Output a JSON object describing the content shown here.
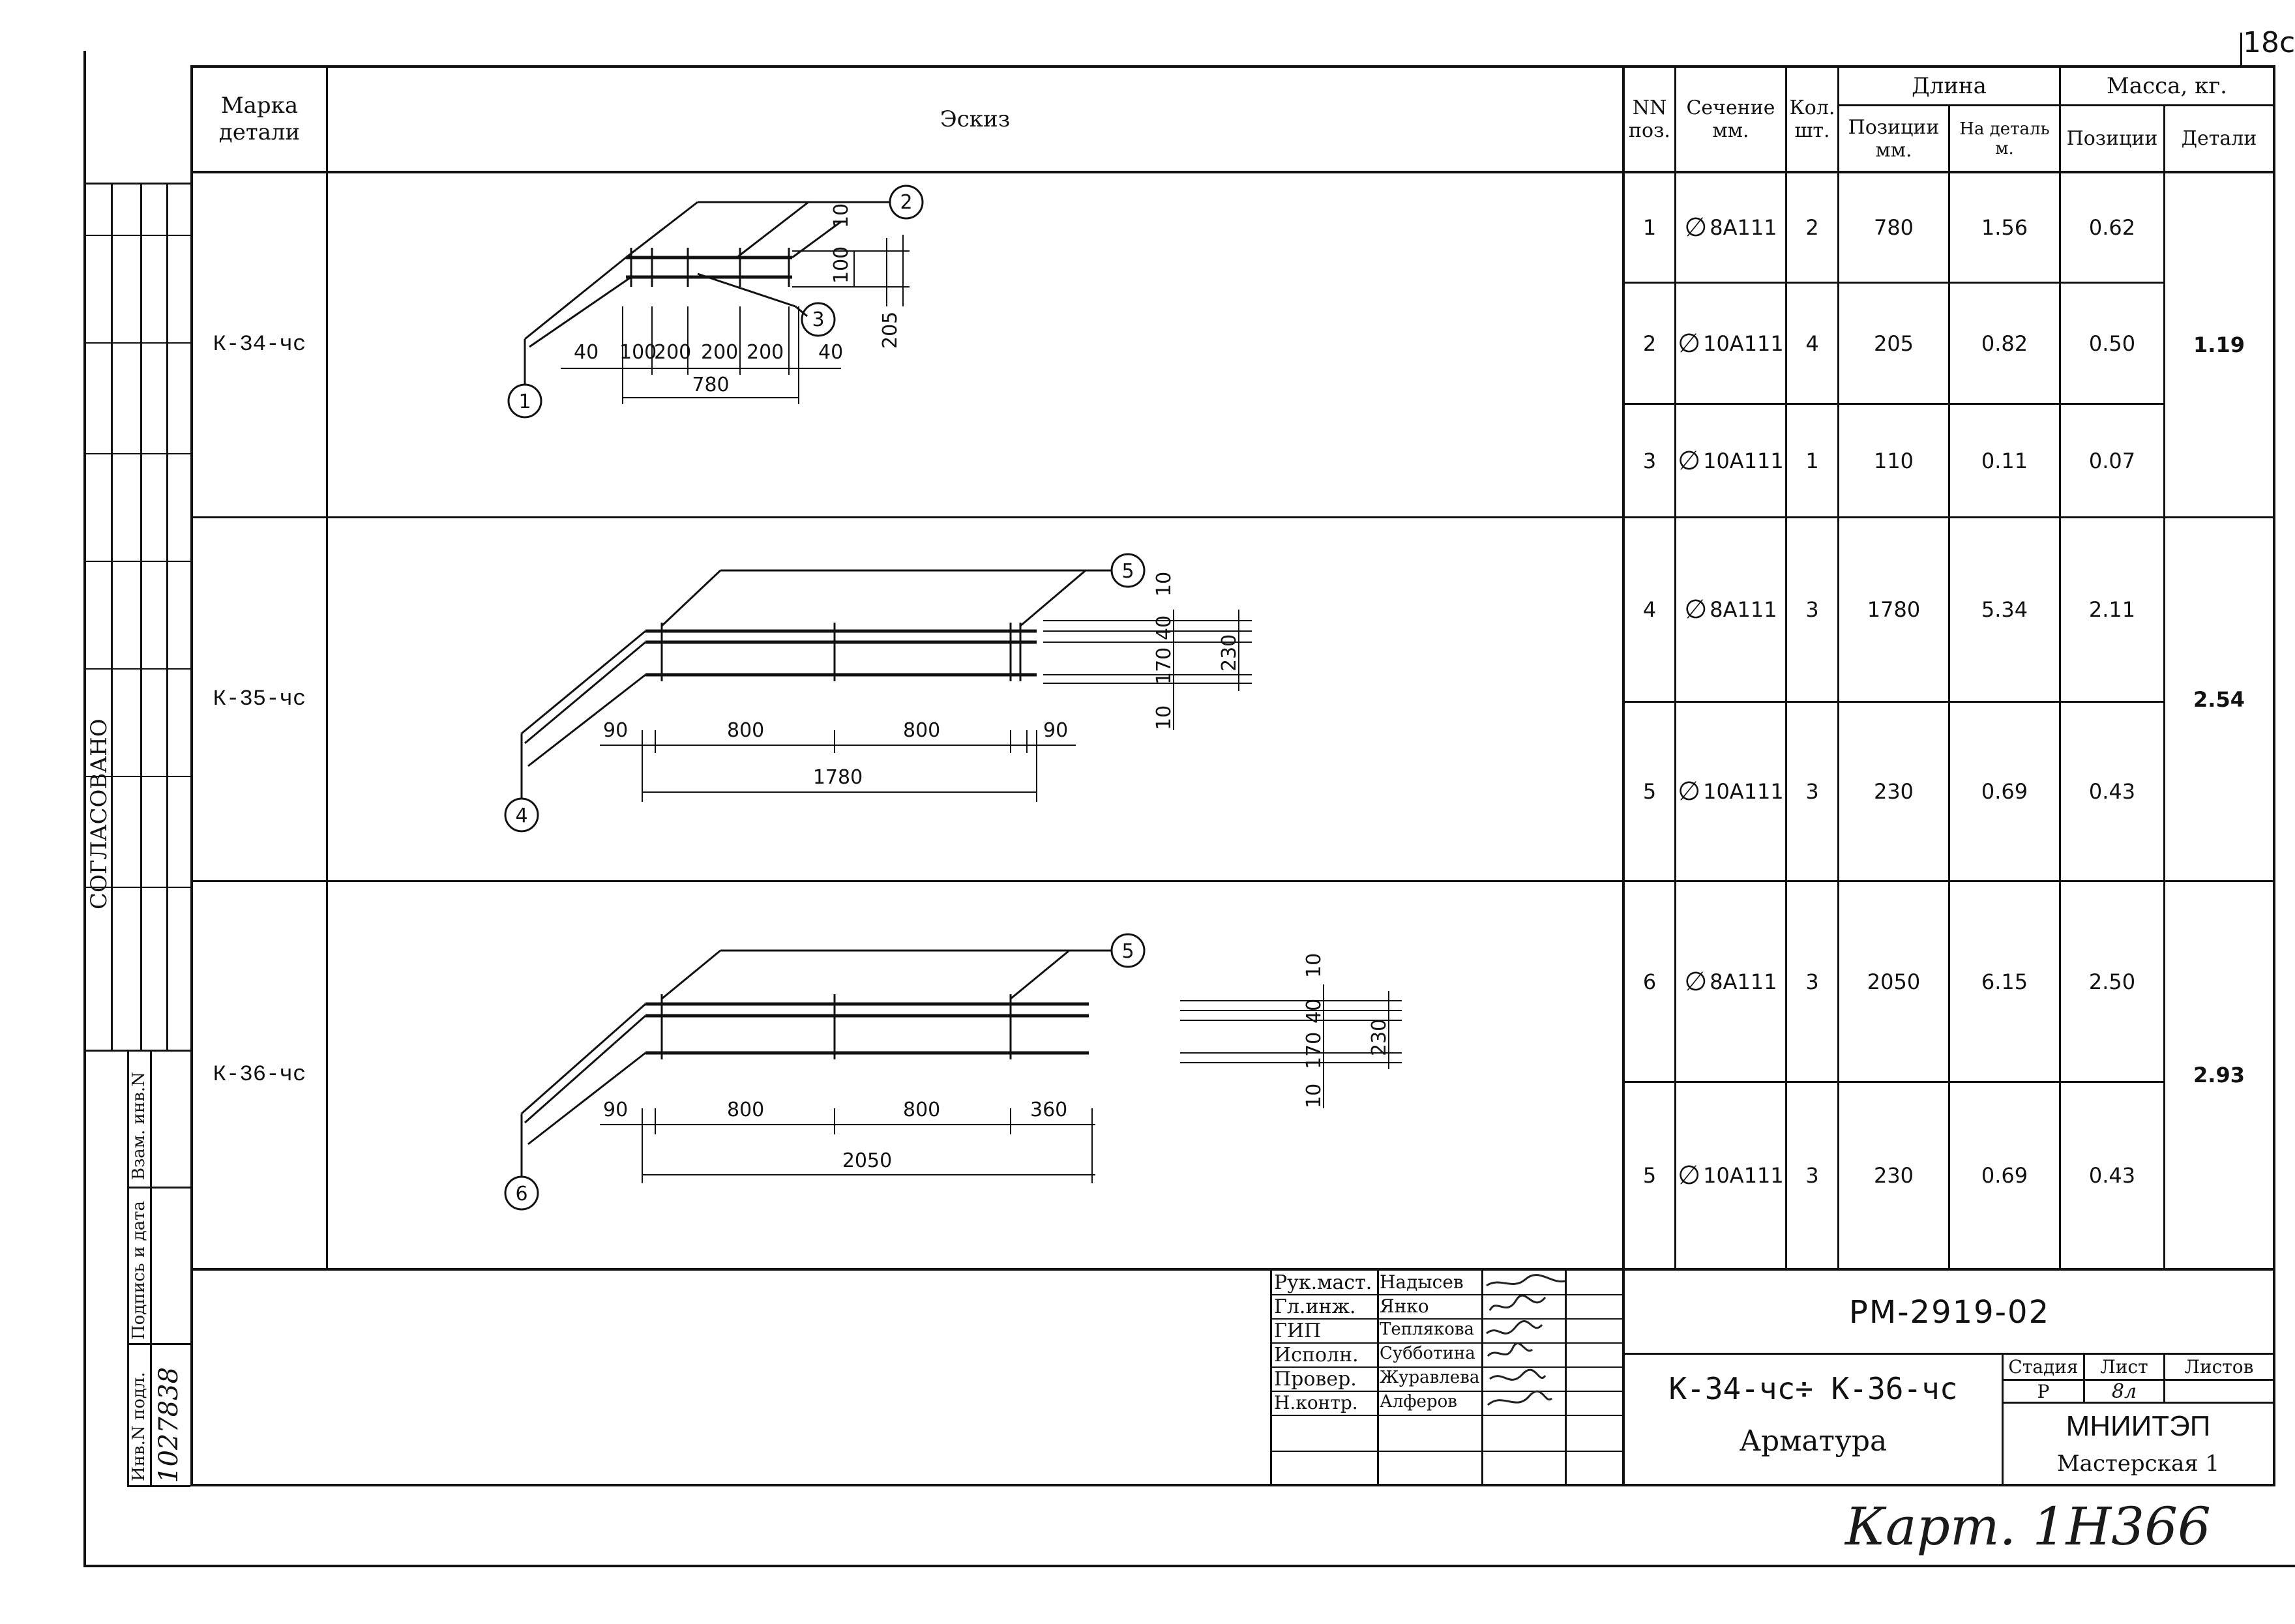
{
  "page_number": "18с",
  "header": {
    "mark": "Марка детали",
    "sketch": "Эскиз",
    "pos": "NN поз.",
    "section": "Сечение мм.",
    "qty": "Кол. шт.",
    "length": "Длина",
    "length_pos": "Позиции мм.",
    "length_part": "На деталь м.",
    "mass": "Масса, кг.",
    "mass_pos": "Позиции",
    "mass_part": "Детали"
  },
  "parts": [
    {
      "mark": "К-34-чс",
      "mass_total": "1.19",
      "rows": [
        {
          "pos": "1",
          "section": "8A111",
          "qty": "2",
          "len_pos": "780",
          "len_part": "1.56",
          "mass_pos": "0.62"
        },
        {
          "pos": "2",
          "section": "10A111",
          "qty": "4",
          "len_pos": "205",
          "len_part": "0.82",
          "mass_pos": "0.50"
        },
        {
          "pos": "3",
          "section": "10A111",
          "qty": "1",
          "len_pos": "110",
          "len_part": "0.11",
          "mass_pos": "0.07"
        }
      ],
      "sketch": {
        "callouts": [
          "1",
          "2",
          "3"
        ],
        "dims_h": [
          "40",
          "100",
          "200",
          "200",
          "200",
          "40"
        ],
        "total": "780",
        "dims_v": [
          "10",
          "100",
          "205"
        ]
      }
    },
    {
      "mark": "К-35-чс",
      "mass_total": "2.54",
      "rows": [
        {
          "pos": "4",
          "section": "8A111",
          "qty": "3",
          "len_pos": "1780",
          "len_part": "5.34",
          "mass_pos": "2.11"
        },
        {
          "pos": "5",
          "section": "10A111",
          "qty": "3",
          "len_pos": "230",
          "len_part": "0.69",
          "mass_pos": "0.43"
        }
      ],
      "sketch": {
        "callouts": [
          "4",
          "5"
        ],
        "dims_h": [
          "90",
          "800",
          "800",
          "90"
        ],
        "total": "1780",
        "dims_v": [
          "10",
          "40",
          "170",
          "10",
          "230"
        ]
      }
    },
    {
      "mark": "К-36-чс",
      "mass_total": "2.93",
      "rows": [
        {
          "pos": "6",
          "section": "8A111",
          "qty": "3",
          "len_pos": "2050",
          "len_part": "6.15",
          "mass_pos": "2.50"
        },
        {
          "pos": "5",
          "section": "10A111",
          "qty": "3",
          "len_pos": "230",
          "len_part": "0.69",
          "mass_pos": "0.43"
        }
      ],
      "sketch": {
        "callouts": [
          "5",
          "6"
        ],
        "dims_h": [
          "90",
          "800",
          "800",
          "360"
        ],
        "total": "2050",
        "dims_v": [
          "10",
          "40",
          "170",
          "10",
          "230"
        ]
      }
    }
  ],
  "left_strip": {
    "agreed": "СОГЛАСОВАНО",
    "inv_swap": "Взам. инв.N",
    "sign_date": "Подпись и дата",
    "inv_orig": "Инв.N подл.",
    "inv_number": "1027838"
  },
  "signatures": [
    {
      "role": "Рук.маст.",
      "name": "Надысев"
    },
    {
      "role": "Гл.инж.",
      "name": "Янко"
    },
    {
      "role": "ГИП",
      "name": "Теплякова"
    },
    {
      "role": "Исполн.",
      "name": "Субботина"
    },
    {
      "role": "Провер.",
      "name": "Журавлева"
    },
    {
      "role": "Н.контр.",
      "name": "Алферов"
    }
  ],
  "title_block": {
    "doc_code": "РМ-2919-02",
    "title_line1": "К-34-чс÷ К-36-чс",
    "title_line2": "Арматура",
    "stage_label": "Стадия",
    "sheet_label": "Лист",
    "sheets_label": "Листов",
    "stage": "Р",
    "sheet": "8л",
    "org": "МНИИТЭП",
    "workshop": "Мастерская 1"
  },
  "handwritten_note": "Карт. 1Н366"
}
